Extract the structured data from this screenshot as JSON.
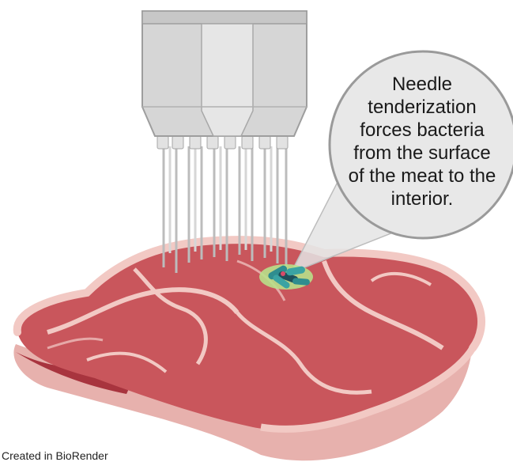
{
  "callout": {
    "lines": [
      "Needle",
      "tenderization",
      "forces bacteria",
      "from the surface",
      "of the meat to the",
      "interior."
    ]
  },
  "credit": "Created in BioRender",
  "colors": {
    "meat_red": "#c9565c",
    "meat_dark": "#a8343e",
    "fat": "#f2c9c4",
    "fat_edge": "#e6a9a8",
    "needle": "#c8c8c8",
    "tenderizer_body": "#d9d9d9",
    "bacteria_teal": "#2f8d8f",
    "bacteria_dark": "#1f4f5a",
    "bacteria_green": "#b8e08a"
  }
}
